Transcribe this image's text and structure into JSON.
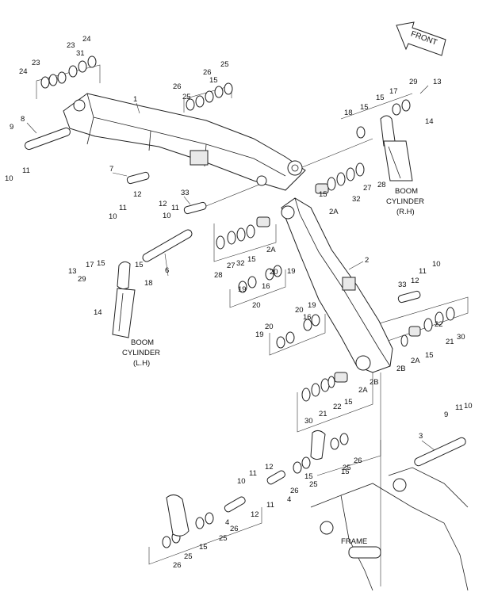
{
  "front_arrow": {
    "label": "FRONT"
  },
  "captions": {
    "boom_cyl_rh": [
      "BOOM",
      "CYLINDER",
      "(R.H)"
    ],
    "boom_cyl_lh": [
      "BOOM",
      "CYLINDER",
      "(L.H)"
    ],
    "frame": "FRAME"
  },
  "labels": [
    {
      "id": "l1",
      "t": "1"
    },
    {
      "id": "l2",
      "t": "2"
    },
    {
      "id": "l2a_1",
      "t": "2A"
    },
    {
      "id": "l2a_2",
      "t": "2A"
    },
    {
      "id": "l2a_3",
      "t": "2A"
    },
    {
      "id": "l2a_4",
      "t": "2A"
    },
    {
      "id": "l2b_1",
      "t": "2B"
    },
    {
      "id": "l2b_2",
      "t": "2B"
    },
    {
      "id": "l3",
      "t": "3"
    },
    {
      "id": "l4a",
      "t": "4"
    },
    {
      "id": "l4b",
      "t": "4"
    },
    {
      "id": "l6",
      "t": "6"
    },
    {
      "id": "l7",
      "t": "7"
    },
    {
      "id": "l8",
      "t": "8"
    },
    {
      "id": "l9a",
      "t": "9"
    },
    {
      "id": "l9b",
      "t": "9"
    },
    {
      "id": "l10a",
      "t": "10"
    },
    {
      "id": "l10b",
      "t": "10"
    },
    {
      "id": "l10c",
      "t": "10"
    },
    {
      "id": "l10d",
      "t": "10"
    },
    {
      "id": "l10e",
      "t": "10"
    },
    {
      "id": "l10f",
      "t": "10"
    },
    {
      "id": "l11a",
      "t": "11"
    },
    {
      "id": "l11b",
      "t": "11"
    },
    {
      "id": "l11c",
      "t": "11"
    },
    {
      "id": "l11d",
      "t": "11"
    },
    {
      "id": "l11e",
      "t": "11"
    },
    {
      "id": "l11f",
      "t": "11"
    },
    {
      "id": "l11g",
      "t": "11"
    },
    {
      "id": "l12a",
      "t": "12"
    },
    {
      "id": "l12b",
      "t": "12"
    },
    {
      "id": "l12c",
      "t": "12"
    },
    {
      "id": "l12d",
      "t": "12"
    },
    {
      "id": "l12e",
      "t": "12"
    },
    {
      "id": "l13a",
      "t": "13"
    },
    {
      "id": "l13b",
      "t": "13"
    },
    {
      "id": "l14a",
      "t": "14"
    },
    {
      "id": "l14b",
      "t": "14"
    },
    {
      "id": "l15a",
      "t": "15"
    },
    {
      "id": "l15b",
      "t": "15"
    },
    {
      "id": "l15c",
      "t": "15"
    },
    {
      "id": "l15d",
      "t": "15"
    },
    {
      "id": "l15e",
      "t": "15"
    },
    {
      "id": "l15f",
      "t": "15"
    },
    {
      "id": "l15g",
      "t": "15"
    },
    {
      "id": "l15h",
      "t": "15"
    },
    {
      "id": "l15i",
      "t": "15"
    },
    {
      "id": "l15j",
      "t": "15"
    },
    {
      "id": "l15k",
      "t": "15"
    },
    {
      "id": "l15l",
      "t": "15"
    },
    {
      "id": "l16a",
      "t": "16"
    },
    {
      "id": "l16b",
      "t": "16"
    },
    {
      "id": "l17a",
      "t": "17"
    },
    {
      "id": "l17b",
      "t": "17"
    },
    {
      "id": "l18a",
      "t": "18"
    },
    {
      "id": "l18b",
      "t": "18"
    },
    {
      "id": "l19a",
      "t": "19"
    },
    {
      "id": "l19b",
      "t": "19"
    },
    {
      "id": "l19c",
      "t": "19"
    },
    {
      "id": "l19d",
      "t": "19"
    },
    {
      "id": "l20a",
      "t": "20"
    },
    {
      "id": "l20b",
      "t": "20"
    },
    {
      "id": "l20c",
      "t": "20"
    },
    {
      "id": "l20d",
      "t": "20"
    },
    {
      "id": "l21a",
      "t": "21"
    },
    {
      "id": "l21b",
      "t": "21"
    },
    {
      "id": "l22a",
      "t": "22"
    },
    {
      "id": "l22b",
      "t": "22"
    },
    {
      "id": "l23a",
      "t": "23"
    },
    {
      "id": "l23b",
      "t": "23"
    },
    {
      "id": "l24a",
      "t": "24"
    },
    {
      "id": "l24b",
      "t": "24"
    },
    {
      "id": "l25a",
      "t": "25"
    },
    {
      "id": "l25b",
      "t": "25"
    },
    {
      "id": "l25c",
      "t": "25"
    },
    {
      "id": "l25d",
      "t": "25"
    },
    {
      "id": "l25e",
      "t": "25"
    },
    {
      "id": "l25f",
      "t": "25"
    },
    {
      "id": "l26a",
      "t": "26"
    },
    {
      "id": "l26b",
      "t": "26"
    },
    {
      "id": "l26c",
      "t": "26"
    },
    {
      "id": "l26d",
      "t": "26"
    },
    {
      "id": "l26e",
      "t": "26"
    },
    {
      "id": "l26f",
      "t": "26"
    },
    {
      "id": "l27a",
      "t": "27"
    },
    {
      "id": "l27b",
      "t": "27"
    },
    {
      "id": "l28a",
      "t": "28"
    },
    {
      "id": "l28b",
      "t": "28"
    },
    {
      "id": "l29a",
      "t": "29"
    },
    {
      "id": "l29b",
      "t": "29"
    },
    {
      "id": "l30a",
      "t": "30"
    },
    {
      "id": "l30b",
      "t": "30"
    },
    {
      "id": "l31",
      "t": "31"
    },
    {
      "id": "l32a",
      "t": "32"
    },
    {
      "id": "l32b",
      "t": "32"
    },
    {
      "id": "l33a",
      "t": "33"
    },
    {
      "id": "l33b",
      "t": "33"
    }
  ]
}
